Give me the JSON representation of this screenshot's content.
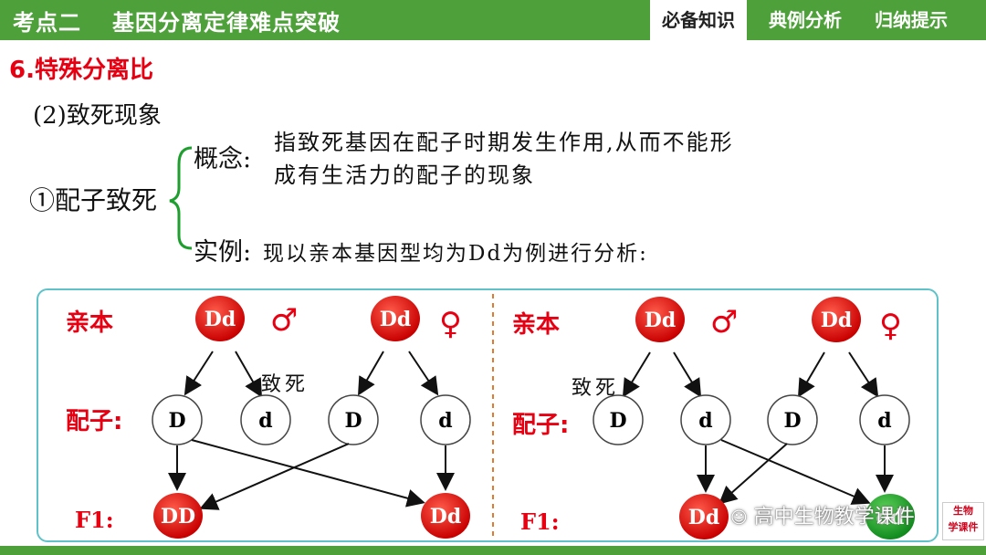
{
  "header": {
    "title_part1": "考点二",
    "title_part2": "基因分离定律难点突破",
    "tabs": [
      {
        "label": "必备知识",
        "active": true
      },
      {
        "label": "典例分析",
        "active": false
      },
      {
        "label": "归纳提示",
        "active": false
      }
    ]
  },
  "section": {
    "heading": "6.特殊分离比",
    "subheading": "(2)致死现象",
    "brace_label": "①配子致死",
    "concept_label": "概念:",
    "concept_text": "指致死基因在配子时期发生作用,从而不能形成有生活力的配子的现象",
    "example_label": "实例:",
    "example_text": "现以亲本基因型均为Dd为例进行分析:"
  },
  "diagram": {
    "left": {
      "parent_label": "亲本",
      "gamete_label": "配子:",
      "f1_label": "F1:",
      "parents": [
        "Dd",
        "Dd"
      ],
      "male_symbol": "♂",
      "female_symbol": "♀",
      "gametes": [
        "D",
        "d",
        "D",
        "d"
      ],
      "lethal_label": "致死",
      "offspring": [
        "DD",
        "Dd"
      ]
    },
    "right": {
      "parent_label": "亲本",
      "gamete_label": "配子:",
      "f1_label": "F1:",
      "parents": [
        "Dd",
        "Dd"
      ],
      "male_symbol": "♂",
      "female_symbol": "♀",
      "gametes": [
        "D",
        "d",
        "D",
        "d"
      ],
      "lethal_label": "致死",
      "offspring": [
        "Dd",
        "dd"
      ]
    }
  },
  "watermark": {
    "text": "高中生物教学课件",
    "logo_line1": "生物",
    "logo_line2": "学课件"
  },
  "colors": {
    "bar_green": "#4ea03a",
    "heading_red": "#e60012",
    "panel_border": "#5fc2c9",
    "node_red": "#e00000",
    "node_green": "#1e9e2e"
  }
}
